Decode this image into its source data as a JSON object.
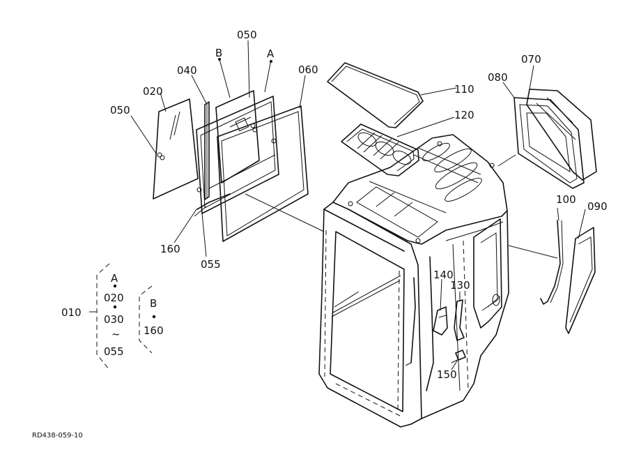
{
  "diagram": {
    "code": "RD438-059-10",
    "parts": {
      "p010": "010",
      "p020": "020",
      "p030": "030",
      "p040": "040",
      "p050a": "050",
      "p050b": "050",
      "p055": "055",
      "p060": "060",
      "p070": "070",
      "p080": "080",
      "p090": "090",
      "p100": "100",
      "p110": "110",
      "p120": "120",
      "p130": "130",
      "p140": "140",
      "p150": "150",
      "p160": "160"
    },
    "markers": {
      "a": "A",
      "b": "B"
    },
    "legend": {
      "group_id": "010",
      "set_a_header": "A",
      "set_a_items": [
        "020",
        "030",
        "~",
        "055"
      ],
      "set_b_header": "B",
      "set_b_items": [
        "160"
      ]
    }
  }
}
